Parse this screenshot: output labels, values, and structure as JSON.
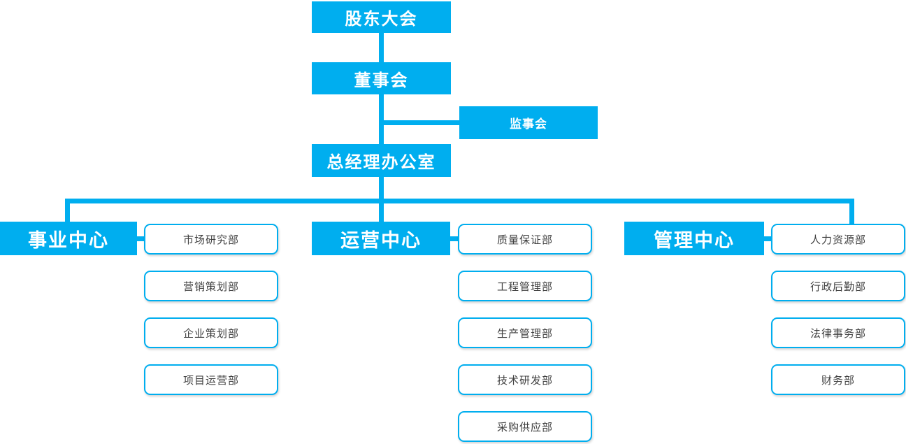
{
  "org_chart": {
    "type": "org-hierarchy-diagram",
    "top_levels": {
      "shareholders_meeting": "股东大会",
      "board_of_directors": "董事会",
      "supervisory_board": "监事会",
      "general_manager_office": "总经理办公室"
    },
    "centers": [
      {
        "label": "事业中心",
        "departments": [
          "市场研究部",
          "营销策划部",
          "企业策划部",
          "项目运营部"
        ]
      },
      {
        "label": "运营中心",
        "departments": [
          "质量保证部",
          "工程管理部",
          "生产管理部",
          "技术研发部",
          "采购供应部"
        ]
      },
      {
        "label": "管理中心",
        "departments": [
          "人力资源部",
          "行政后勤部",
          "法律事务部",
          "财务部"
        ]
      }
    ],
    "colors": {
      "accent_blue": "#00aeef",
      "node_text_on_blue": "#ffffff",
      "department_text": "#404040",
      "background": "#ffffff"
    }
  }
}
